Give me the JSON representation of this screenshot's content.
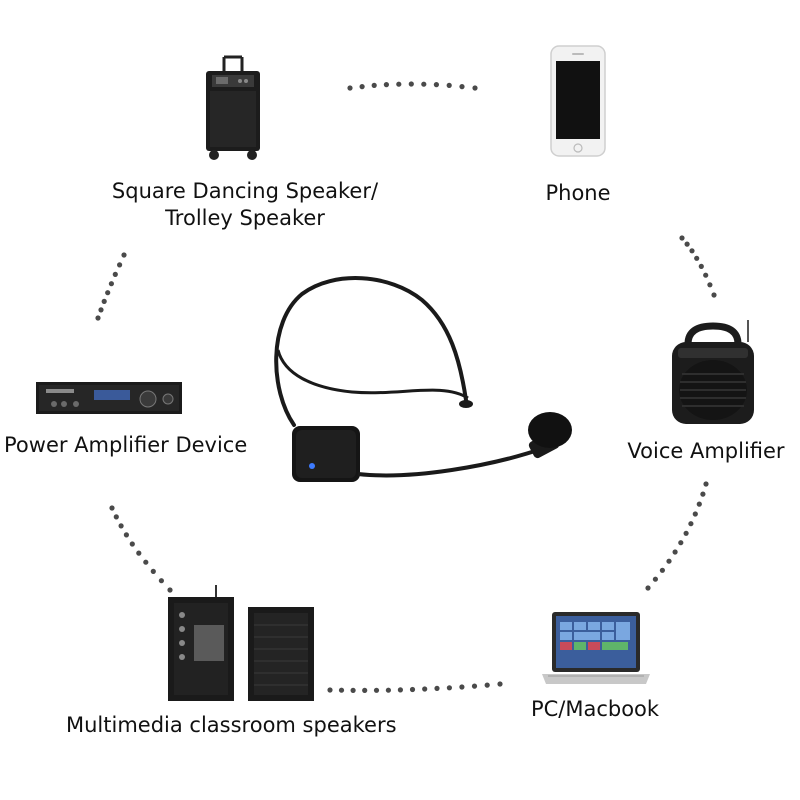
{
  "devices": {
    "trolley_speaker": {
      "label_line1": "Square Dancing Speaker/",
      "label_line2": "Trolley Speaker"
    },
    "phone": {
      "label": "Phone"
    },
    "voice_amplifier": {
      "label": "Voice Amplifier"
    },
    "pc": {
      "label": "PC/Macbook"
    },
    "classroom_speakers": {
      "label": "Multimedia classroom speakers"
    },
    "power_amplifier": {
      "label": "Power Amplifier Device"
    }
  },
  "colors": {
    "dots": "#4a4a4a",
    "device_dark": "#1c1c1c",
    "background": "#ffffff"
  }
}
